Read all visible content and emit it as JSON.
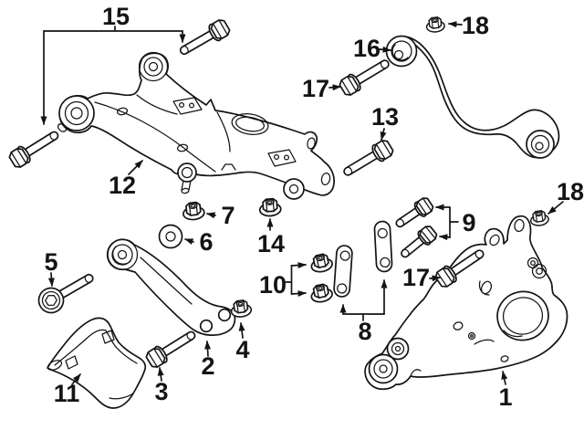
{
  "diagram": {
    "background": "#ffffff",
    "line_color": "#141414",
    "callouts": [
      {
        "id": "15",
        "label": "15"
      },
      {
        "id": "12",
        "label": "12"
      },
      {
        "id": "7",
        "label": "7"
      },
      {
        "id": "6",
        "label": "6"
      },
      {
        "id": "14",
        "label": "14"
      },
      {
        "id": "5",
        "label": "5"
      },
      {
        "id": "10",
        "label": "10"
      },
      {
        "id": "8",
        "label": "8"
      },
      {
        "id": "13",
        "label": "13"
      },
      {
        "id": "16",
        "label": "16"
      },
      {
        "id": "18-upper",
        "label": "18"
      },
      {
        "id": "17-upper",
        "label": "17"
      },
      {
        "id": "9",
        "label": "9"
      },
      {
        "id": "18-right",
        "label": "18"
      },
      {
        "id": "17-lower",
        "label": "17"
      },
      {
        "id": "1",
        "label": "1"
      },
      {
        "id": "2",
        "label": "2"
      },
      {
        "id": "3",
        "label": "3"
      },
      {
        "id": "4",
        "label": "4"
      },
      {
        "id": "11",
        "label": "11"
      }
    ]
  }
}
